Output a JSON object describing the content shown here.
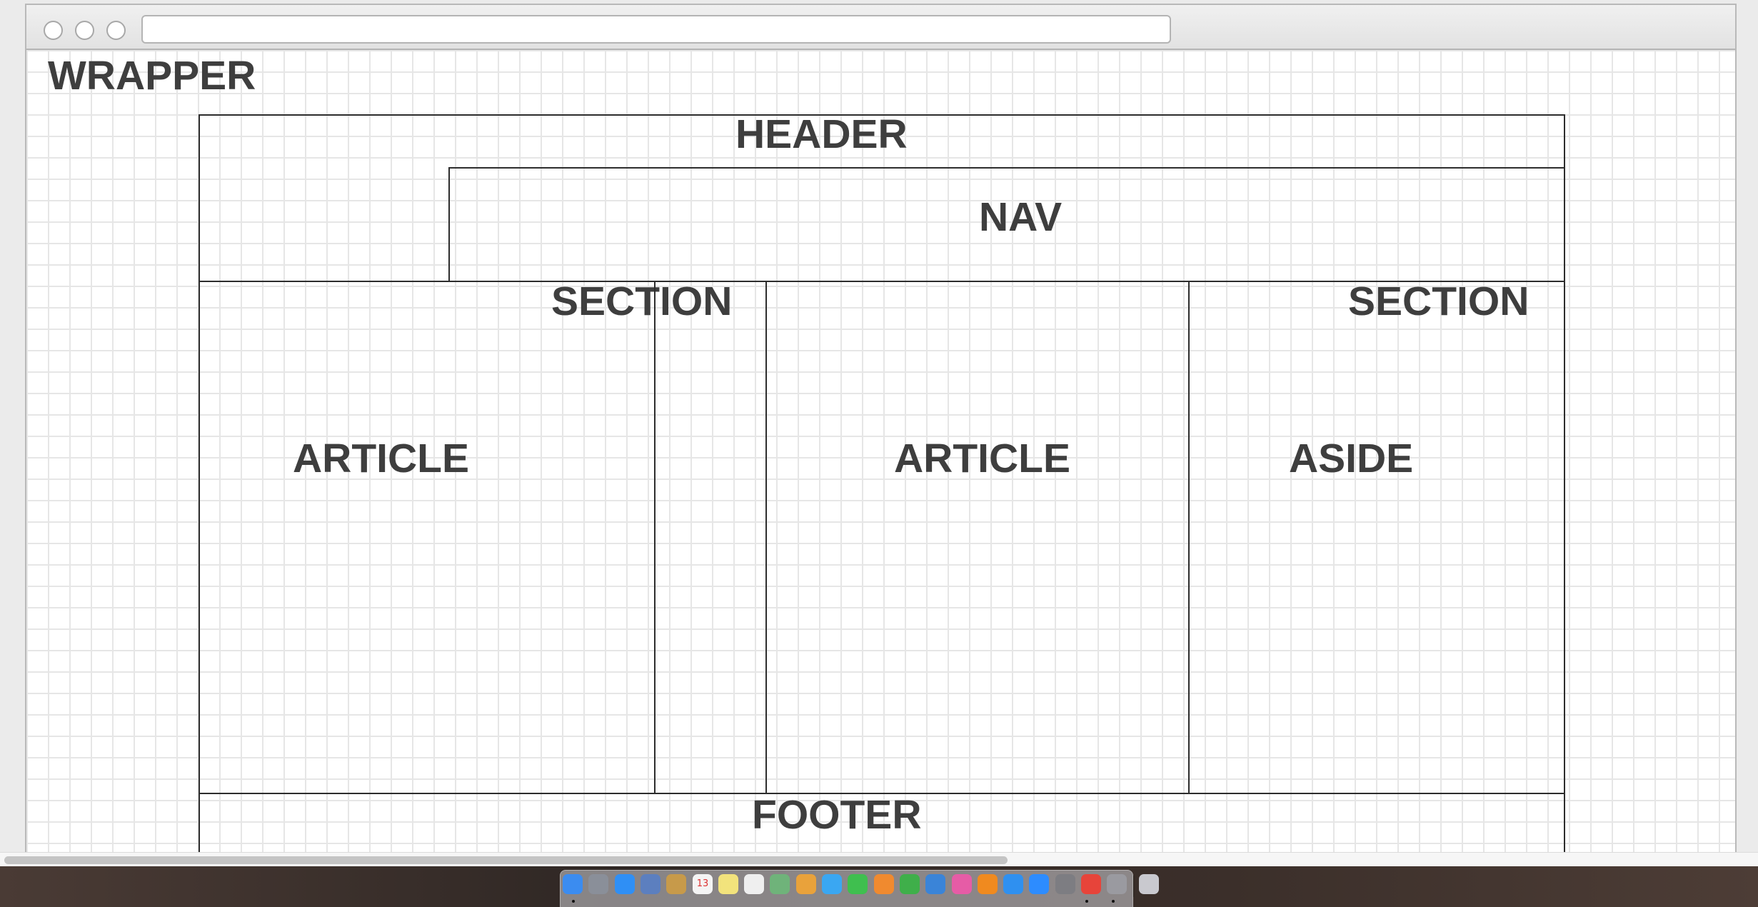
{
  "wireframe": {
    "wrapper_label": "WRAPPER",
    "header_label": "HEADER",
    "nav_label": "NAV",
    "section_left_label": "SECTION",
    "section_right_label": "SECTION",
    "article_left_label": "ARTICLE",
    "article_center_label": "ARTICLE",
    "aside_label": "ASIDE",
    "footer_label": "FOOTER"
  },
  "dock": {
    "icons": [
      {
        "name": "finder-icon",
        "color": "#3b8cf0"
      },
      {
        "name": "launchpad-icon",
        "color": "#8a8f99"
      },
      {
        "name": "safari-icon",
        "color": "#2f8ff5"
      },
      {
        "name": "preview-icon",
        "color": "#5c7fbf"
      },
      {
        "name": "notefile-icon",
        "color": "#c79a4a"
      },
      {
        "name": "calendar-icon",
        "color": "#f4f4f4"
      },
      {
        "name": "notes-icon",
        "color": "#f2e37c"
      },
      {
        "name": "reminders-icon",
        "color": "#efefef"
      },
      {
        "name": "maps-icon",
        "color": "#6fb37a"
      },
      {
        "name": "photos-icon",
        "color": "#e9a23b"
      },
      {
        "name": "messages-icon",
        "color": "#3aa7f2"
      },
      {
        "name": "facetime-icon",
        "color": "#3fbf4f"
      },
      {
        "name": "pages-icon",
        "color": "#f08a2f"
      },
      {
        "name": "numbers-icon",
        "color": "#3faf4a"
      },
      {
        "name": "keynote-icon",
        "color": "#3a84d8"
      },
      {
        "name": "itunes-icon",
        "color": "#e65ca6"
      },
      {
        "name": "ibooks-icon",
        "color": "#f08a1f"
      },
      {
        "name": "app-store-icon",
        "color": "#2f90f0"
      },
      {
        "name": "zoom-icon",
        "color": "#2d8cff"
      },
      {
        "name": "system-preferences-icon",
        "color": "#7d7d82"
      },
      {
        "name": "chrome-icon",
        "color": "#e7443a"
      },
      {
        "name": "hard-drive-icon",
        "color": "#9a9aa0"
      },
      {
        "name": "trash-icon",
        "color": "#c9c9cf"
      }
    ],
    "calendar_day": "13"
  }
}
